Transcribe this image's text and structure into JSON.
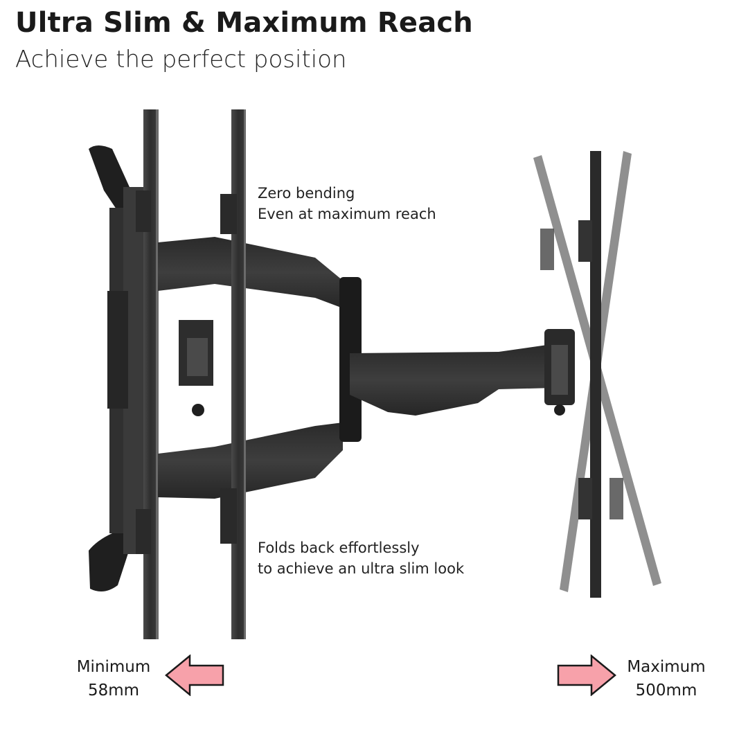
{
  "header": {
    "title": "Ultra Slim & Maximum Reach",
    "subtitle": "Achieve the perfect position"
  },
  "notes": {
    "top": [
      "Zero bending",
      "Even at maximum reach"
    ],
    "bottom": [
      "Folds back effortlessly",
      "to achieve an ultra slim look"
    ]
  },
  "measurements": {
    "minimum": {
      "label": "Minimum",
      "value": "58mm"
    },
    "maximum": {
      "label": "Maximum",
      "value": "500mm"
    }
  },
  "colors": {
    "arrow_fill": "#f7a1aa",
    "arrow_stroke": "#1a1a1a",
    "mount_dark": "#2a2a2a",
    "mount_mid": "#3d3d3d",
    "mount_light": "#555555"
  },
  "icons": {
    "arrow_left": "left-arrow-icon",
    "arrow_right": "right-arrow-icon"
  }
}
